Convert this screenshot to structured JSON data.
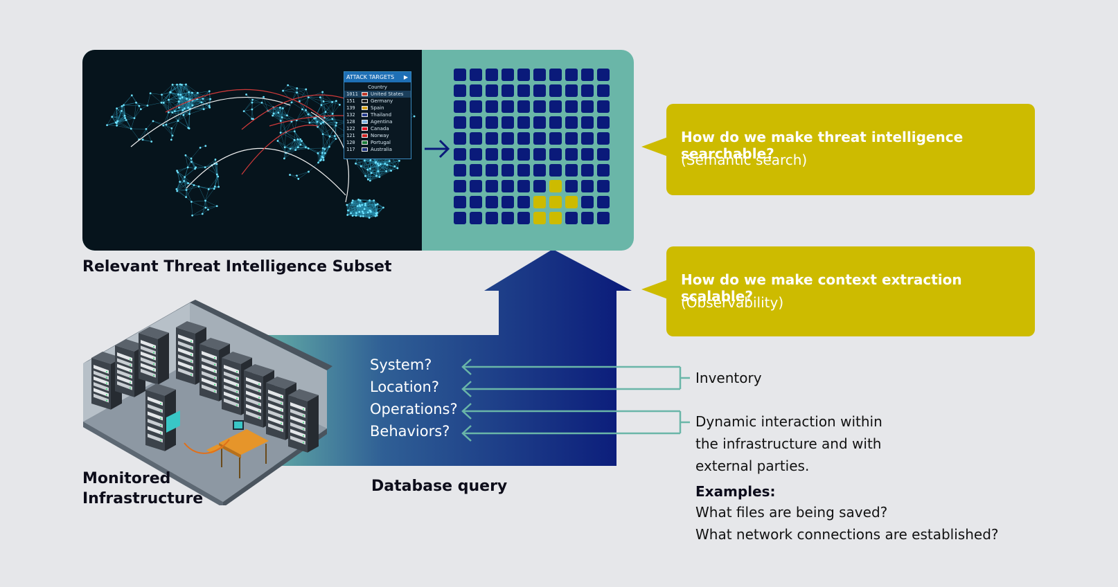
{
  "map_panel": {
    "attack_box": {
      "title": "ATTACK TARGETS",
      "header": "Country",
      "rows": [
        {
          "count": "1011",
          "country": "United States"
        },
        {
          "count": "151",
          "country": "Germany"
        },
        {
          "count": "139",
          "country": "Spain"
        },
        {
          "count": "132",
          "country": "Thailand"
        },
        {
          "count": "128",
          "country": "Agentina"
        },
        {
          "count": "122",
          "country": "Canada"
        },
        {
          "count": "121",
          "country": "Norway"
        },
        {
          "count": "120",
          "country": "Portugal"
        },
        {
          "count": "117",
          "country": "Australia"
        }
      ]
    },
    "caption": "Relevant Threat Intelligence Subset"
  },
  "grid": {
    "rows": 10,
    "cols": 10,
    "highlighted": [
      [
        7,
        6
      ],
      [
        8,
        5
      ],
      [
        8,
        6
      ],
      [
        8,
        7
      ],
      [
        9,
        5
      ],
      [
        9,
        6
      ]
    ],
    "color_default": "#0a1a7a",
    "color_highlight": "#cdbb00",
    "panel_color": "#6ab6a8"
  },
  "callouts": [
    {
      "heading": "How do we make threat intelligence searchable?",
      "sub": "(Semantic search)"
    },
    {
      "heading": "How do we make context extraction scalable?",
      "sub": "(Observability)"
    }
  ],
  "queries": [
    "System?",
    "Location?",
    "Operations?",
    "Behaviors?"
  ],
  "infrastructure_caption": "Monitored\nInfrastructure",
  "db_caption": "Database query",
  "inventory_label": "Inventory",
  "dynamic_label_lines": [
    "Dynamic interaction within",
    "the infrastructure and with",
    "external parties."
  ],
  "examples_heading": "Examples:",
  "examples": [
    "What files are being saved?",
    "What network connections are established?"
  ],
  "colors": {
    "accent_yellow": "#cdbb00",
    "teal": "#6ab6a8",
    "navy": "#0a1a7a",
    "background": "#e6e7ea"
  }
}
